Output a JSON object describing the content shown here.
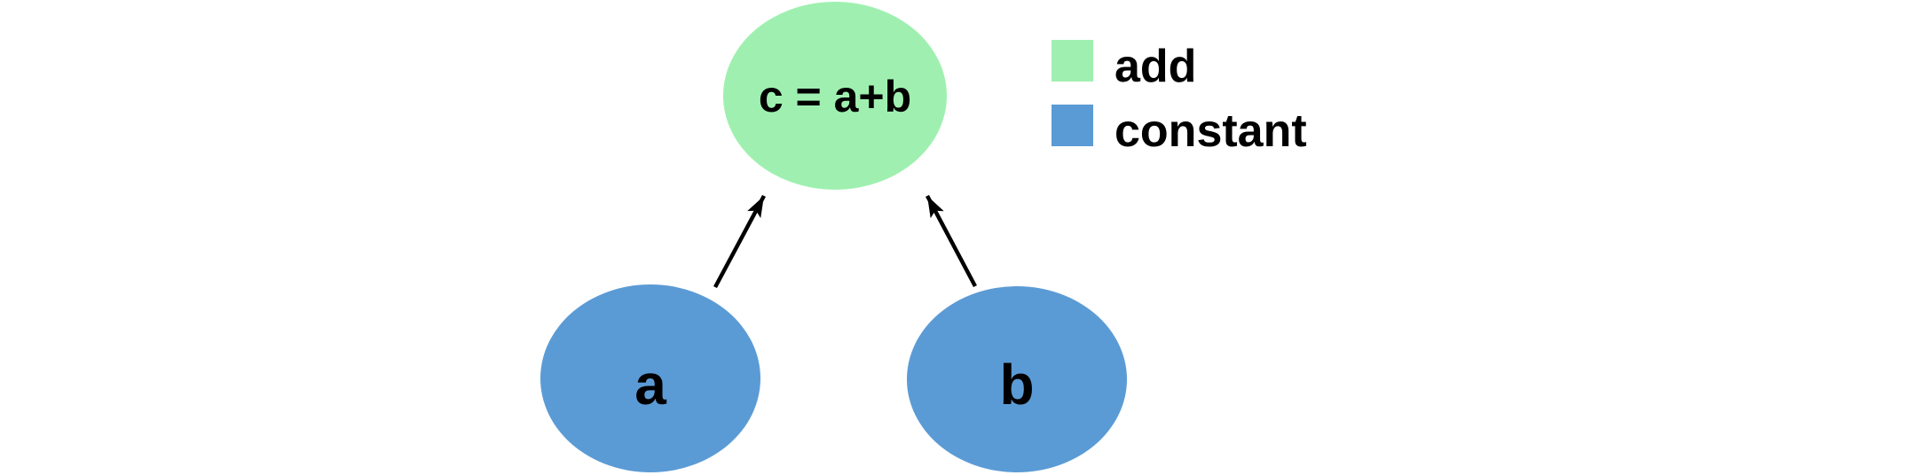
{
  "diagram": {
    "type": "computational-graph",
    "nodes": [
      {
        "id": "c",
        "label": "c = a+b",
        "type": "add"
      },
      {
        "id": "a",
        "label": "a",
        "type": "constant"
      },
      {
        "id": "b",
        "label": "b",
        "type": "constant"
      }
    ],
    "edges": [
      {
        "from": "a",
        "to": "c"
      },
      {
        "from": "b",
        "to": "c"
      }
    ]
  },
  "legend": {
    "items": [
      {
        "label": "add",
        "color": "#9FF0B0"
      },
      {
        "label": "constant",
        "color": "#5B9BD5"
      }
    ]
  },
  "colors": {
    "add": "#9FF0B0",
    "constant": "#5B9BD5",
    "arrow": "#000000",
    "text": "#000000",
    "background": "#FFFFFF"
  }
}
